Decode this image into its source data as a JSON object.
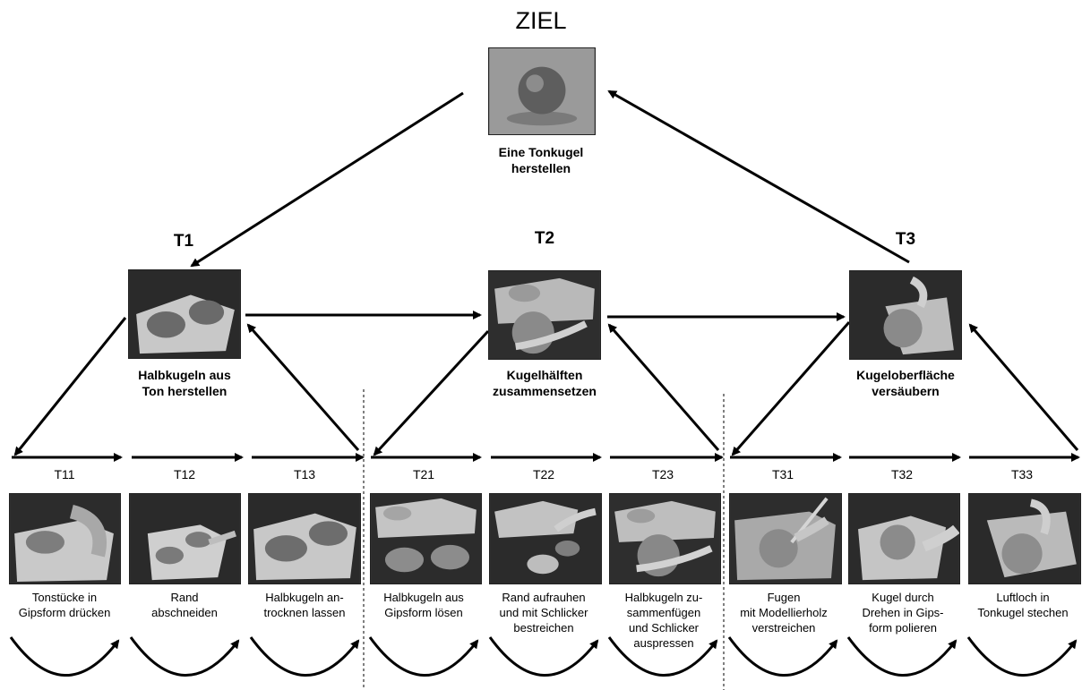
{
  "goal": {
    "title": "ZIEL",
    "caption_line1": "Eine Tonkugel",
    "caption_line2": "herstellen",
    "photo": "clay-sphere-photo"
  },
  "tasks": [
    {
      "label": "T1",
      "caption_line1": "Halbkugeln aus",
      "caption_line2": "Ton herstellen",
      "photo": "gypsum-mould-photo"
    },
    {
      "label": "T2",
      "caption_line1": "Kugelhälften",
      "caption_line2": "zusammensetzen",
      "photo": "joining-halves-photo"
    },
    {
      "label": "T3",
      "caption_line1": "Kugeloberfläche",
      "caption_line2": "versäubern",
      "photo": "smoothing-sphere-photo"
    }
  ],
  "subtasks": [
    {
      "label": "T11",
      "lines": [
        "Tonstücke in",
        "Gipsform drücken"
      ]
    },
    {
      "label": "T12",
      "lines": [
        "Rand",
        "abschneiden"
      ]
    },
    {
      "label": "T13",
      "lines": [
        "Halbkugeln an-",
        "trocknen lassen"
      ]
    },
    {
      "label": "T21",
      "lines": [
        "Halbkugeln aus",
        "Gipsform lösen"
      ]
    },
    {
      "label": "T22",
      "lines": [
        "Rand aufrauhen",
        "und mit Schlicker",
        "bestreichen"
      ]
    },
    {
      "label": "T23",
      "lines": [
        "Halbkugeln zu-",
        "sammenfügen",
        "und Schlicker",
        "auspressen"
      ]
    },
    {
      "label": "T31",
      "lines": [
        "Fugen",
        "mit Modellierholz",
        "verstreichen"
      ]
    },
    {
      "label": "T32",
      "lines": [
        "Kugel durch",
        "Drehen in Gips-",
        "form polieren"
      ]
    },
    {
      "label": "T33",
      "lines": [
        "Luftloch in",
        "Tonkugel stechen"
      ]
    }
  ]
}
